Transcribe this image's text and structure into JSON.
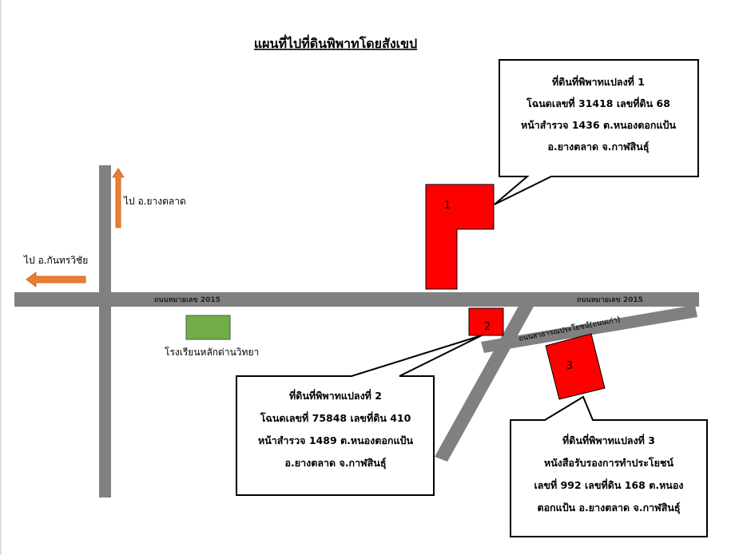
{
  "title": "แผนที่ไปที่ดินพิพาทโดยสังเขป",
  "colors": {
    "road": "#808080",
    "parcel": "#ff0000",
    "arrow": "#ed7d31",
    "school": "#70ad47",
    "border": "#000000"
  },
  "labels": {
    "to_yang_talat": "ไป อ.ยางตลาด",
    "to_kantharawichai": "ไป อ.กันทรวิชัย",
    "school": "โรงเรียนหลักด่านวิทยา",
    "road_2015_left": "ถนนหมายเลข 2015",
    "road_2015_right": "ถนนหมายเลข 2015",
    "public_road": "ถนนสาธารณประโยชน์(ถนนเก่า)"
  },
  "parcels": [
    {
      "number": "1"
    },
    {
      "number": "2"
    },
    {
      "number": "3"
    }
  ],
  "callouts": [
    {
      "lines": [
        "ที่ดินที่พิพาทแปลงที่ 1",
        "โฉนดเลขที่ 31418 เลขที่ดิน 68",
        "หน้าสำรวจ 1436 ต.หนองตอกแป้น",
        "อ.ยางตลาด จ.กาฬสินธุ์"
      ]
    },
    {
      "lines": [
        "ที่ดินที่พิพาทแปลงที่ 2",
        "โฉนดเลขที่ 75848 เลขที่ดิน 410",
        "หน้าสำรวจ 1489 ต.หนองตอกแป้น",
        "อ.ยางตลาด จ.กาฬสินธุ์"
      ]
    },
    {
      "lines": [
        "ที่ดินที่พิพาทแปลงที่ 3",
        "หนังสือรับรองการทำประโยชน์",
        "เลขที่ 992 เลขที่ดิน 168 ต.หนอง",
        "ตอกแป้น อ.ยางตลาด จ.กาฬสินธุ์"
      ]
    }
  ]
}
